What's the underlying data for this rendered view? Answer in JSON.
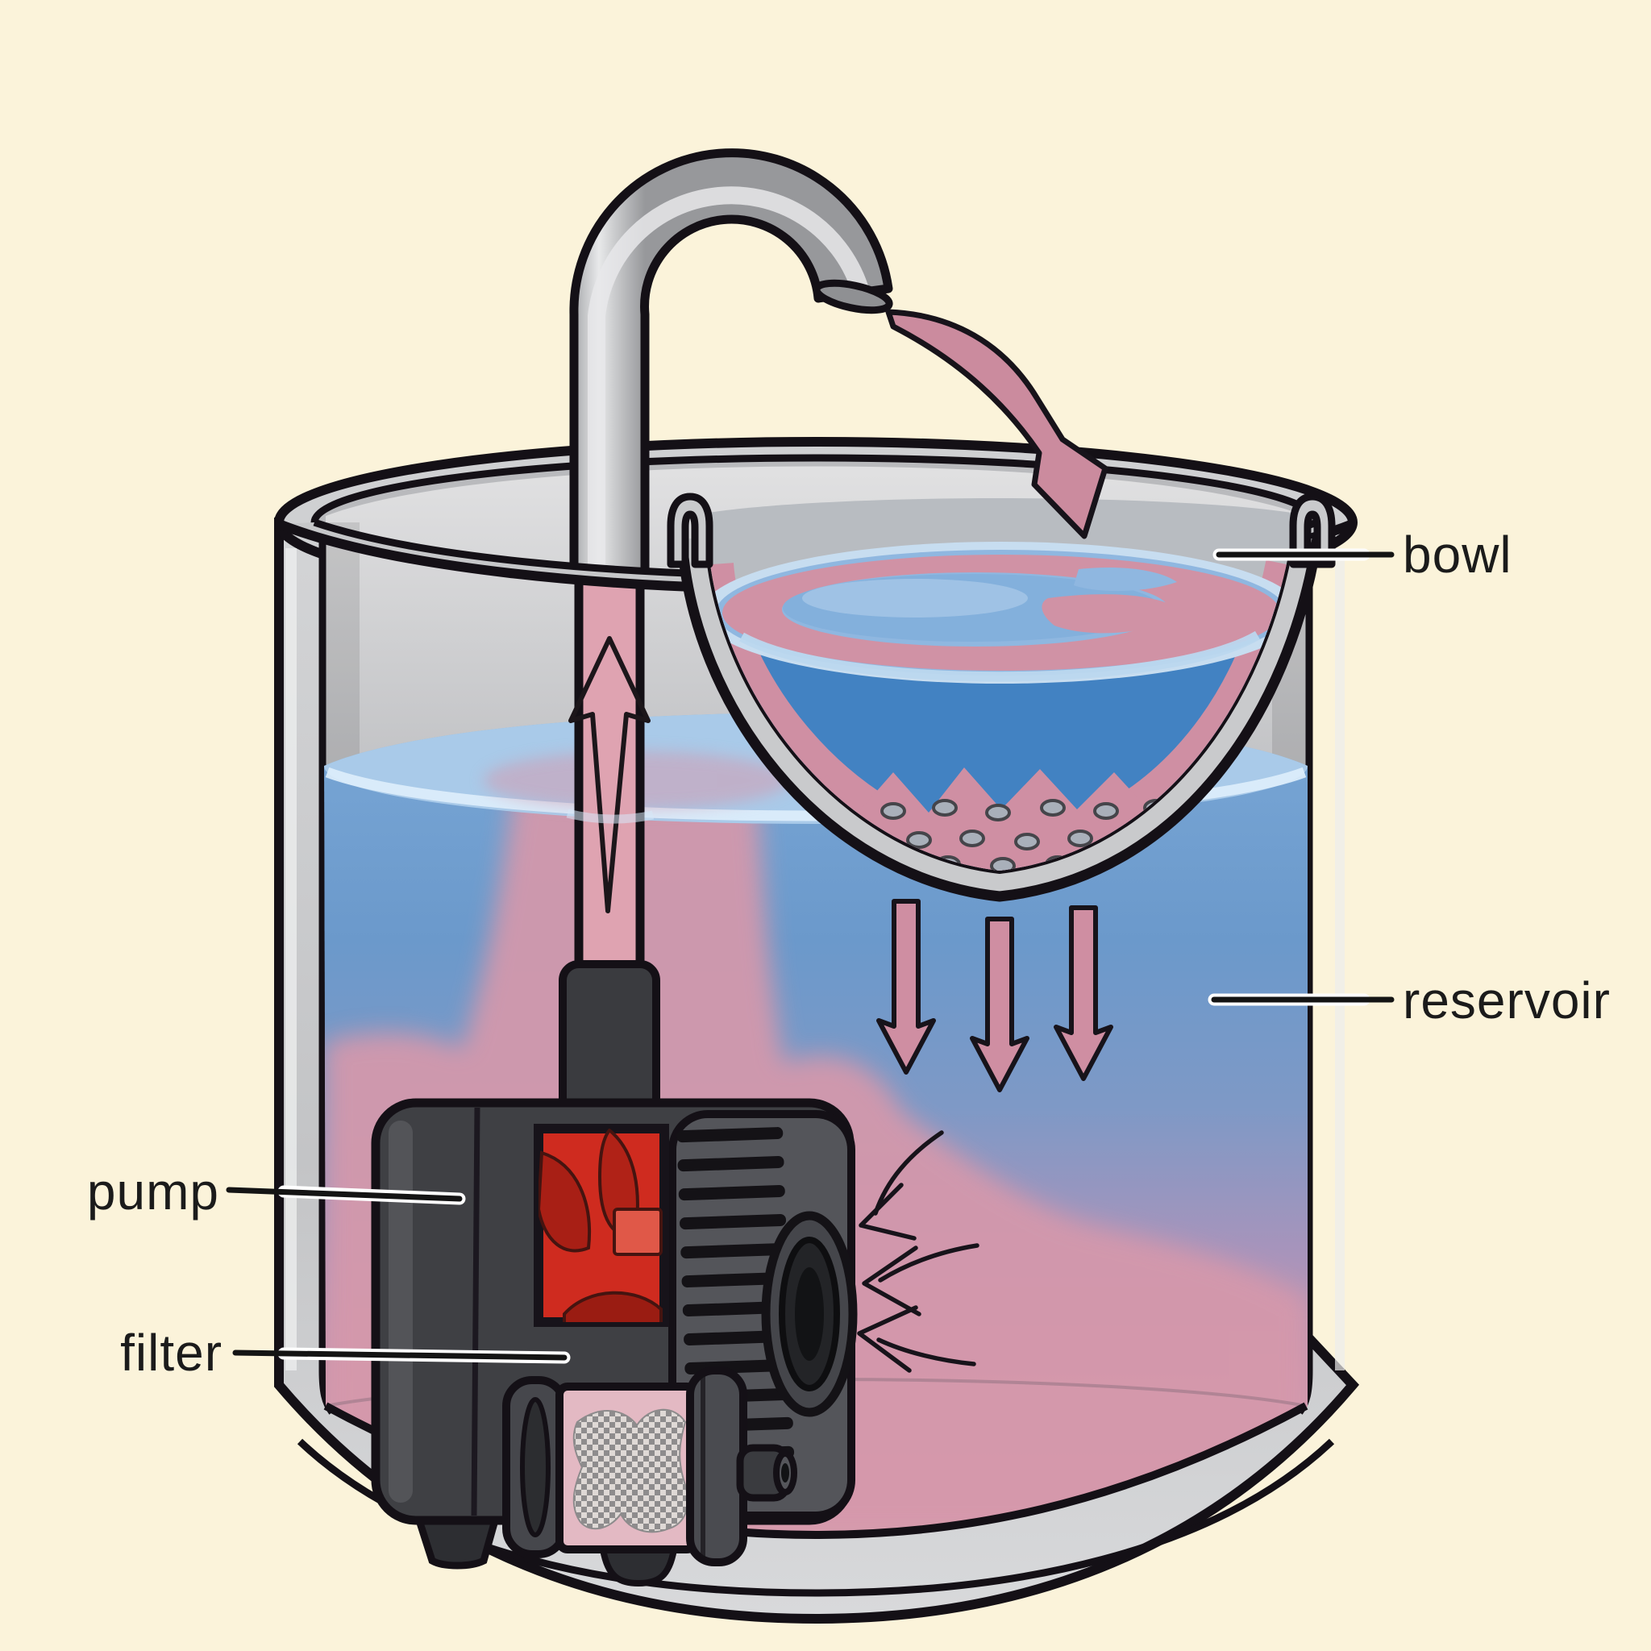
{
  "figure": {
    "type": "illustrated-diagram",
    "subject": "pet water fountain cross-section showing water circulation"
  },
  "labels": {
    "bowl": "bowl",
    "reservoir": "reservoir",
    "pump": "pump",
    "filter": "filter"
  },
  "part_names": [
    "spout-pipe",
    "pour-arrow",
    "bowl",
    "drain-arrows",
    "riser-pipe",
    "flow-up-arrow",
    "reservoir-water",
    "pump",
    "impeller",
    "filter",
    "intake-arrows",
    "container"
  ],
  "palette": {
    "background_cream": "#fbf3da",
    "outline_black": "#141016",
    "metal_light": "#e7e8ea",
    "metal_mid": "#c7c8ca",
    "metal_dark": "#97989b",
    "water_blue": "#5f96cb",
    "water_surface_light": "#a9cae9",
    "water_pink": "#d598ab",
    "arrow_pink": "#cb8b9e",
    "pipe_pink": "#dfa3b1",
    "pump_body_dark": "#3f4044",
    "pump_vent_gray": "#54555a",
    "impeller_red": "#cf2b1f",
    "impeller_dark_red": "#a81f15",
    "mesh_gray": "#8b8b8b",
    "label_text": "#1b1b1b",
    "leader_white": "#ffffff"
  }
}
